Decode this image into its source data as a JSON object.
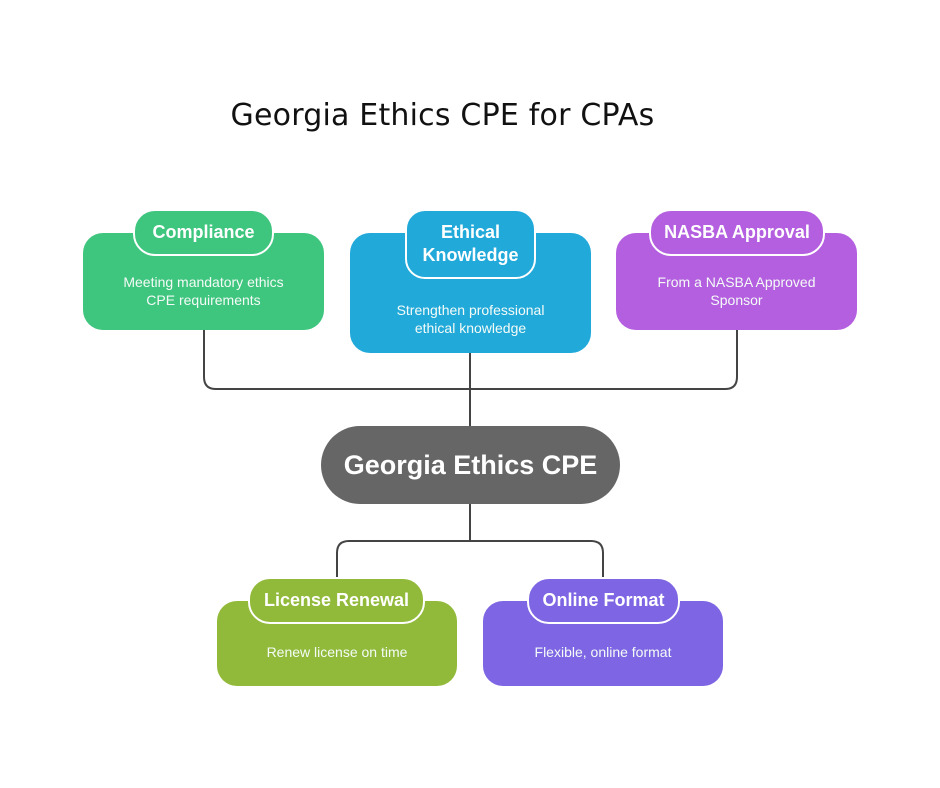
{
  "title": "Georgia Ethics CPE for CPAs",
  "center": {
    "label": "Georgia Ethics CPE",
    "color": "#666666"
  },
  "top_nodes": [
    {
      "title": "Compliance",
      "description": "Meeting mandatory ethics CPE requirements",
      "color": "#3ec57e"
    },
    {
      "title": "Ethical Knowledge",
      "description": "Strengthen professional ethical knowledge",
      "color": "#21a9da"
    },
    {
      "title": "NASBA Approval",
      "description": "From a NASBA Approved Sponsor",
      "color": "#b45ee0"
    }
  ],
  "bottom_nodes": [
    {
      "title": "License Renewal",
      "description": "Renew license on time",
      "color": "#92ba3a"
    },
    {
      "title": "Online Format",
      "description": "Flexible, online format",
      "color": "#7d65e3"
    }
  ],
  "connector_color": "#444444"
}
